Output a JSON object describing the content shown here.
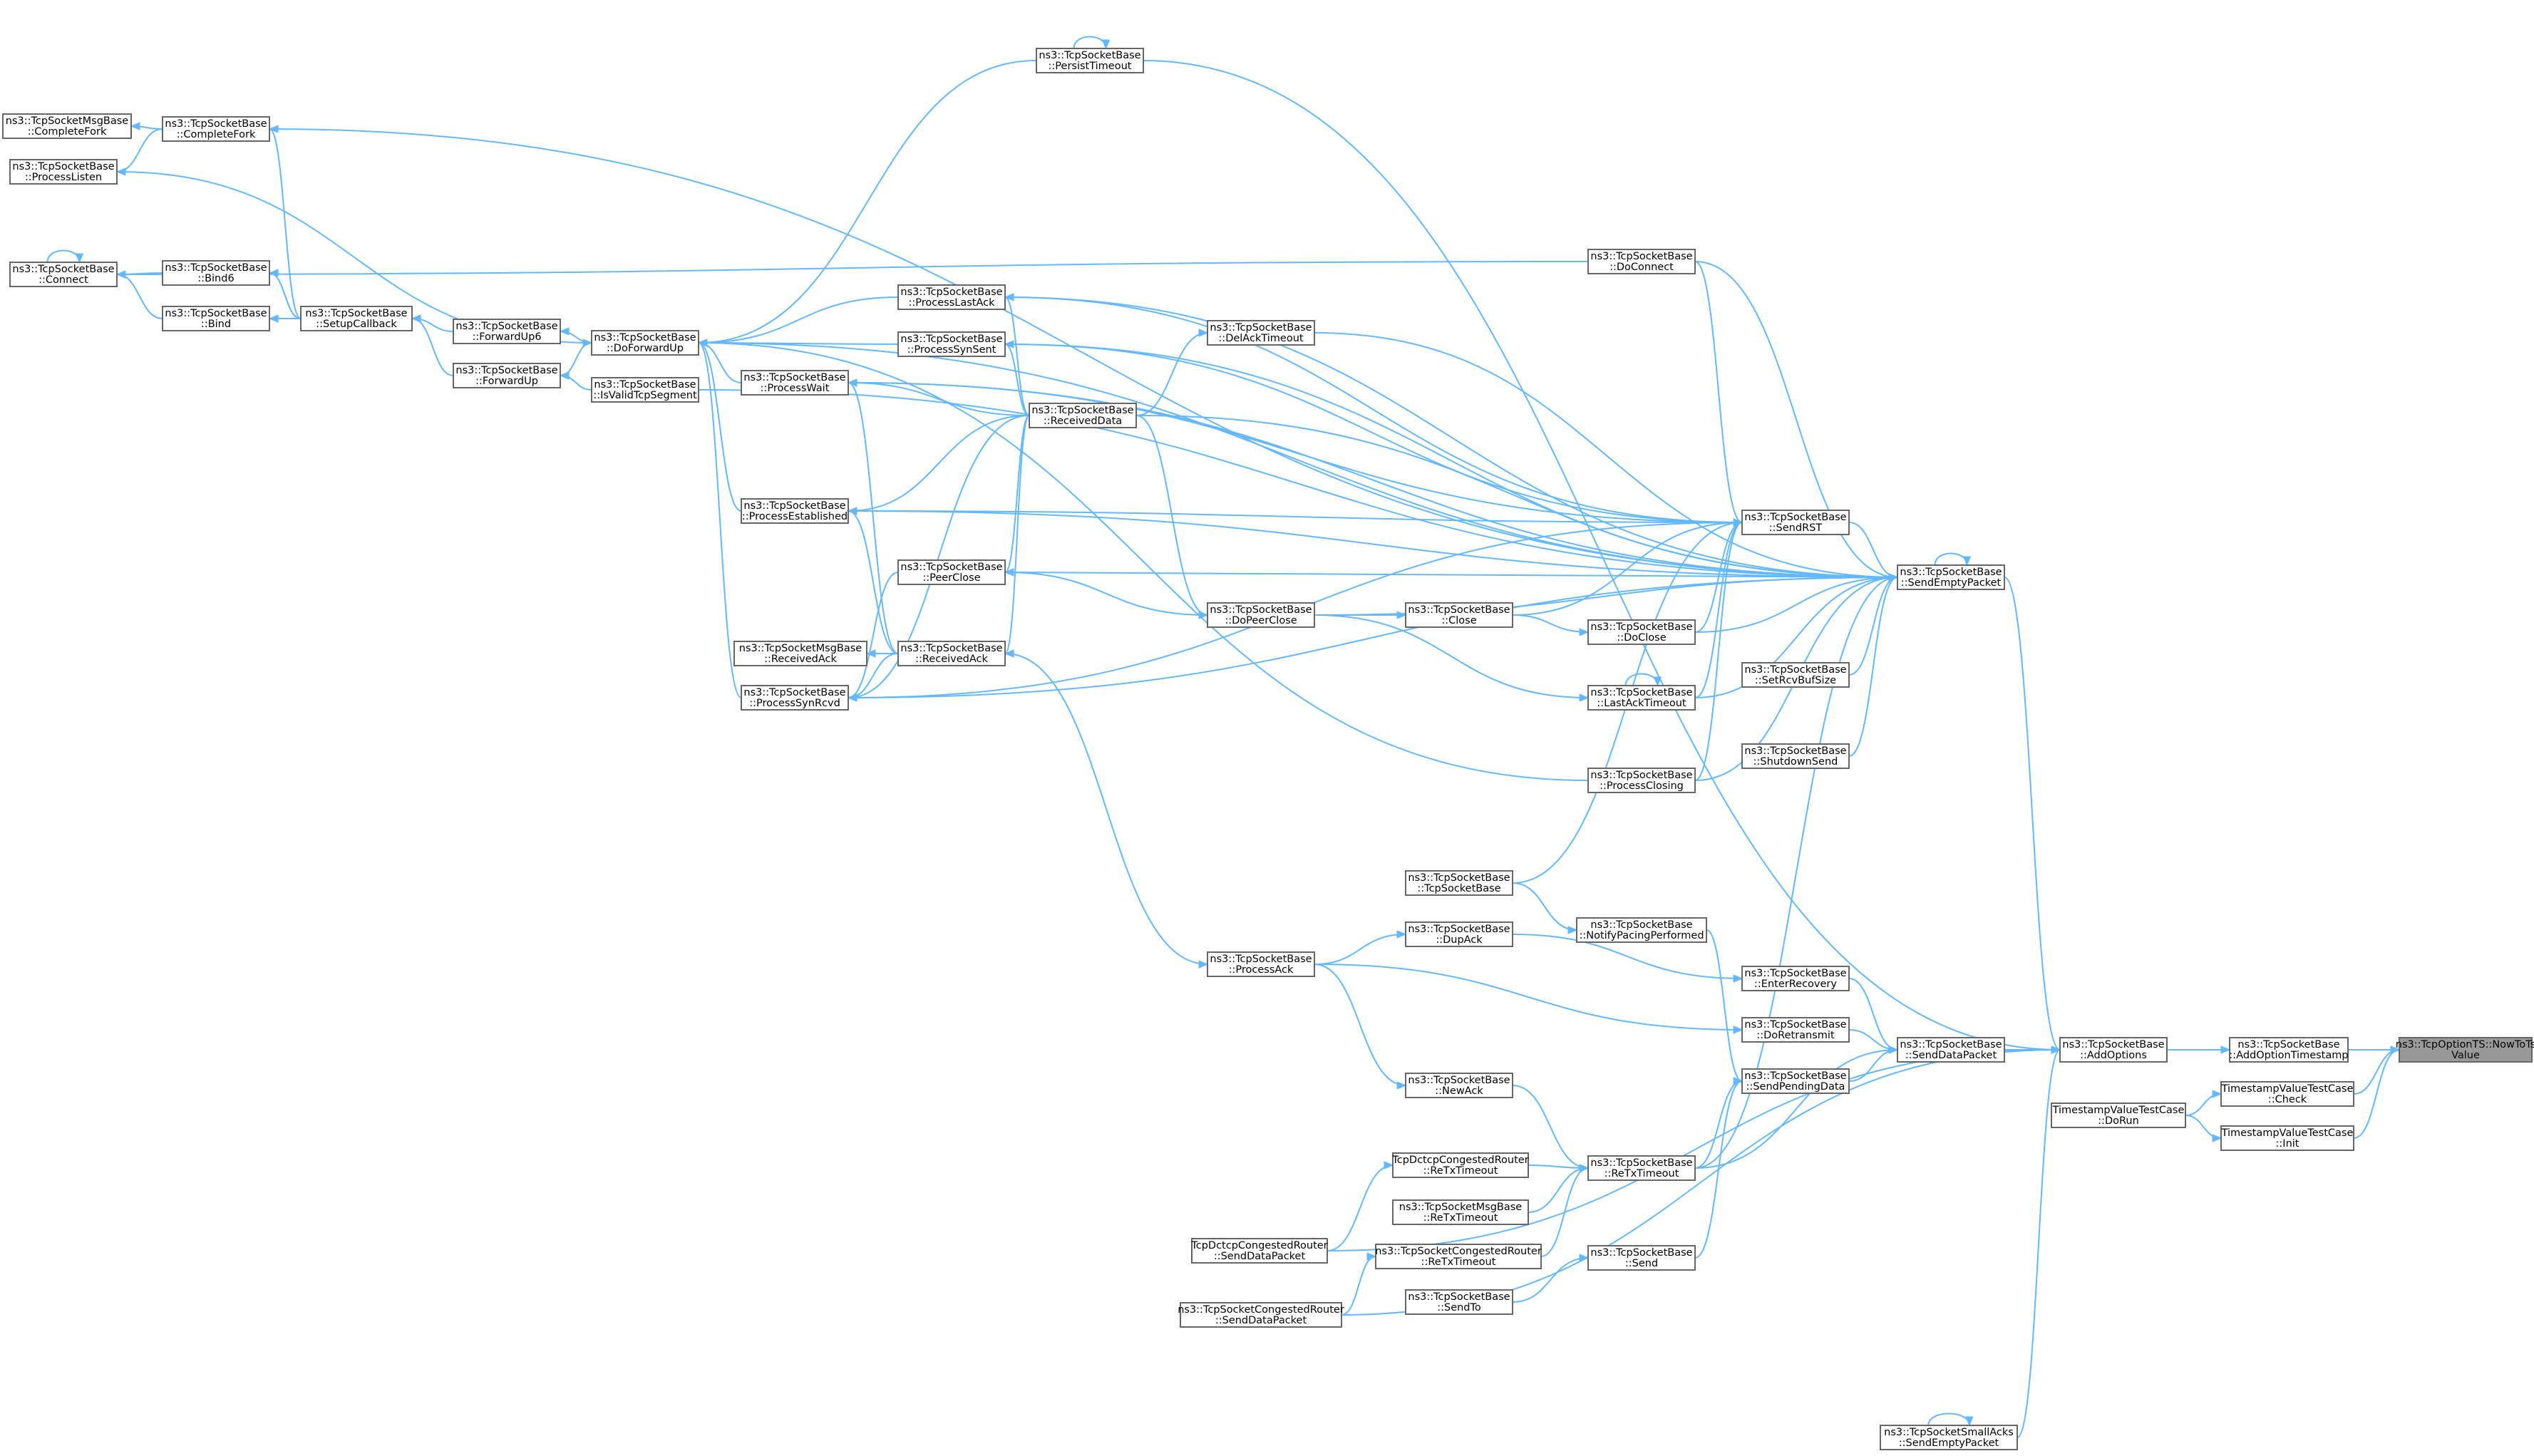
{
  "colors": {
    "edge": "#63b8ff",
    "node_border": "#666666",
    "node_fill": "#ffffff",
    "root_fill": "#999999",
    "text": "#000000",
    "background": "#ffffff"
  },
  "nodes": [
    {
      "id": "root",
      "lines": [
        "ns3::TcpOptionTS::NowToTs",
        "Value"
      ],
      "highlighted": true
    },
    {
      "id": "addOptionTimestamp",
      "lines": [
        "ns3::TcpSocketBase",
        "::AddOptionTimestamp"
      ]
    },
    {
      "id": "tvCheck",
      "lines": [
        "TimestampValueTestCase",
        "::Check"
      ]
    },
    {
      "id": "tvInit",
      "lines": [
        "TimestampValueTestCase",
        "::Init"
      ]
    },
    {
      "id": "addOptions",
      "lines": [
        "ns3::TcpSocketBase",
        "::AddOptions"
      ]
    },
    {
      "id": "tvDoRun",
      "lines": [
        "TimestampValueTestCase",
        "::DoRun"
      ]
    },
    {
      "id": "sendEmptyPacket",
      "lines": [
        "ns3::TcpSocketBase",
        "::SendEmptyPacket"
      ]
    },
    {
      "id": "sendDataPacket",
      "lines": [
        "ns3::TcpSocketBase",
        "::SendDataPacket"
      ]
    },
    {
      "id": "smallAcksSendEmpty",
      "lines": [
        "ns3::TcpSocketSmallAcks",
        "::SendEmptyPacket"
      ]
    },
    {
      "id": "persistTimeout",
      "lines": [
        "ns3::TcpSocketBase",
        "::PersistTimeout"
      ]
    },
    {
      "id": "doConnect",
      "lines": [
        "ns3::TcpSocketBase",
        "::DoConnect"
      ]
    },
    {
      "id": "sendRST",
      "lines": [
        "ns3::TcpSocketBase",
        "::SendRST"
      ]
    },
    {
      "id": "doClose",
      "lines": [
        "ns3::TcpSocketBase",
        "::DoClose"
      ]
    },
    {
      "id": "lastAckTimeout",
      "lines": [
        "ns3::TcpSocketBase",
        "::LastAckTimeout"
      ]
    },
    {
      "id": "setRcvBufSize",
      "lines": [
        "ns3::TcpSocketBase",
        "::SetRcvBufSize"
      ]
    },
    {
      "id": "shutdownSend",
      "lines": [
        "ns3::TcpSocketBase",
        "::ShutdownSend"
      ]
    },
    {
      "id": "processClosing",
      "lines": [
        "ns3::TcpSocketBase",
        "::ProcessClosing"
      ]
    },
    {
      "id": "tcpSocketBaseCtor",
      "lines": [
        "ns3::TcpSocketBase",
        "::TcpSocketBase"
      ]
    },
    {
      "id": "notifyPacing",
      "lines": [
        "ns3::TcpSocketBase",
        "::NotifyPacingPerformed"
      ]
    },
    {
      "id": "enterRecovery",
      "lines": [
        "ns3::TcpSocketBase",
        "::EnterRecovery"
      ]
    },
    {
      "id": "doRetransmit",
      "lines": [
        "ns3::TcpSocketBase",
        "::DoRetransmit"
      ]
    },
    {
      "id": "sendPendingData",
      "lines": [
        "ns3::TcpSocketBase",
        "::SendPendingData"
      ]
    },
    {
      "id": "reTxTimeout",
      "lines": [
        "ns3::TcpSocketBase",
        "::ReTxTimeout"
      ]
    },
    {
      "id": "sendFn",
      "lines": [
        "ns3::TcpSocketBase",
        "::Send"
      ]
    },
    {
      "id": "close",
      "lines": [
        "ns3::TcpSocketBase",
        "::Close"
      ]
    },
    {
      "id": "delAckTimeout",
      "lines": [
        "ns3::TcpSocketBase",
        "::DelAckTimeout"
      ]
    },
    {
      "id": "processLastAck",
      "lines": [
        "ns3::TcpSocketBase",
        "::ProcessLastAck"
      ]
    },
    {
      "id": "processSynSent",
      "lines": [
        "ns3::TcpSocketBase",
        "::ProcessSynSent"
      ]
    },
    {
      "id": "receivedData",
      "lines": [
        "ns3::TcpSocketBase",
        "::ReceivedData"
      ]
    },
    {
      "id": "peerClose",
      "lines": [
        "ns3::TcpSocketBase",
        "::PeerClose"
      ]
    },
    {
      "id": "receivedAck",
      "lines": [
        "ns3::TcpSocketBase",
        "::ReceivedAck"
      ]
    },
    {
      "id": "doPeerClose",
      "lines": [
        "ns3::TcpSocketBase",
        "::DoPeerClose"
      ]
    },
    {
      "id": "dupAck",
      "lines": [
        "ns3::TcpSocketBase",
        "::DupAck"
      ]
    },
    {
      "id": "processAck",
      "lines": [
        "ns3::TcpSocketBase",
        "::ProcessAck"
      ]
    },
    {
      "id": "newAck",
      "lines": [
        "ns3::TcpSocketBase",
        "::NewAck"
      ]
    },
    {
      "id": "dctcpReTx",
      "lines": [
        "TcpDctcpCongestedRouter",
        "::ReTxTimeout"
      ]
    },
    {
      "id": "msgBaseReTx",
      "lines": [
        "ns3::TcpSocketMsgBase",
        "::ReTxTimeout"
      ]
    },
    {
      "id": "congestedReTx",
      "lines": [
        "ns3::TcpSocketCongestedRouter",
        "::ReTxTimeout"
      ]
    },
    {
      "id": "sendTo",
      "lines": [
        "ns3::TcpSocketBase",
        "::SendTo"
      ]
    },
    {
      "id": "dctcpSendData",
      "lines": [
        "TcpDctcpCongestedRouter",
        "::SendDataPacket"
      ]
    },
    {
      "id": "congestedSendData",
      "lines": [
        "ns3::TcpSocketCongestedRouter",
        "::SendDataPacket"
      ]
    },
    {
      "id": "processWait",
      "lines": [
        "ns3::TcpSocketBase",
        "::ProcessWait"
      ]
    },
    {
      "id": "processEstablished",
      "lines": [
        "ns3::TcpSocketBase",
        "::ProcessEstablished"
      ]
    },
    {
      "id": "msgBaseReceivedAck",
      "lines": [
        "ns3::TcpSocketMsgBase",
        "::ReceivedAck"
      ]
    },
    {
      "id": "processSynRcvd",
      "lines": [
        "ns3::TcpSocketBase",
        "::ProcessSynRcvd"
      ]
    },
    {
      "id": "doForwardUp",
      "lines": [
        "ns3::TcpSocketBase",
        "::DoForwardUp"
      ]
    },
    {
      "id": "isValidTcpSegment",
      "lines": [
        "ns3::TcpSocketBase",
        "::IsValidTcpSegment"
      ]
    },
    {
      "id": "forwardUp6",
      "lines": [
        "ns3::TcpSocketBase",
        "::ForwardUp6"
      ]
    },
    {
      "id": "forwardUp",
      "lines": [
        "ns3::TcpSocketBase",
        "::ForwardUp"
      ]
    },
    {
      "id": "setupCallback",
      "lines": [
        "ns3::TcpSocketBase",
        "::SetupCallback"
      ]
    },
    {
      "id": "bind6",
      "lines": [
        "ns3::TcpSocketBase",
        "::Bind6"
      ]
    },
    {
      "id": "bind",
      "lines": [
        "ns3::TcpSocketBase",
        "::Bind"
      ]
    },
    {
      "id": "completeFork",
      "lines": [
        "ns3::TcpSocketBase",
        "::CompleteFork"
      ]
    },
    {
      "id": "msgBaseCompleteFork",
      "lines": [
        "ns3::TcpSocketMsgBase",
        "::CompleteFork"
      ]
    },
    {
      "id": "processListen",
      "lines": [
        "ns3::TcpSocketBase",
        "::ProcessListen"
      ]
    },
    {
      "id": "connect",
      "lines": [
        "ns3::TcpSocketBase",
        "::Connect"
      ]
    }
  ],
  "edges": [
    [
      "addOptionTimestamp",
      "root"
    ],
    [
      "tvCheck",
      "root"
    ],
    [
      "tvInit",
      "root"
    ],
    [
      "addOptions",
      "addOptionTimestamp"
    ],
    [
      "tvDoRun",
      "tvCheck"
    ],
    [
      "tvDoRun",
      "tvInit"
    ],
    [
      "sendEmptyPacket",
      "addOptions"
    ],
    [
      "sendDataPacket",
      "addOptions"
    ],
    [
      "smallAcksSendEmpty",
      "addOptions"
    ],
    [
      "persistTimeout",
      "addOptions"
    ],
    [
      "dctcpSendData",
      "addOptions"
    ],
    [
      "congestedSendData",
      "addOptions"
    ],
    [
      "sendEmptyPacket",
      "sendEmptyPacket"
    ],
    [
      "smallAcksSendEmpty",
      "smallAcksSendEmpty"
    ],
    [
      "persistTimeout",
      "persistTimeout"
    ],
    [
      "lastAckTimeout",
      "lastAckTimeout"
    ],
    [
      "connect",
      "connect"
    ],
    [
      "sendRST",
      "sendEmptyPacket"
    ],
    [
      "doConnect",
      "sendEmptyPacket"
    ],
    [
      "doClose",
      "sendEmptyPacket"
    ],
    [
      "lastAckTimeout",
      "sendEmptyPacket"
    ],
    [
      "setRcvBufSize",
      "sendEmptyPacket"
    ],
    [
      "shutdownSend",
      "sendEmptyPacket"
    ],
    [
      "processClosing",
      "sendEmptyPacket"
    ],
    [
      "reTxTimeout",
      "sendEmptyPacket"
    ],
    [
      "completeFork",
      "sendEmptyPacket"
    ],
    [
      "doForwardUp",
      "sendEmptyPacket"
    ],
    [
      "processLastAck",
      "sendEmptyPacket"
    ],
    [
      "processSynSent",
      "sendEmptyPacket"
    ],
    [
      "delAckTimeout",
      "sendEmptyPacket"
    ],
    [
      "receivedData",
      "sendEmptyPacket"
    ],
    [
      "processWait",
      "sendEmptyPacket"
    ],
    [
      "peerClose",
      "sendEmptyPacket"
    ],
    [
      "doPeerClose",
      "sendEmptyPacket"
    ],
    [
      "processSynRcvd",
      "sendEmptyPacket"
    ],
    [
      "processEstablished",
      "sendEmptyPacket"
    ],
    [
      "isValidTcpSegment",
      "sendEmptyPacket"
    ],
    [
      "doConnect",
      "sendRST"
    ],
    [
      "doClose",
      "sendRST"
    ],
    [
      "close",
      "sendRST"
    ],
    [
      "lastAckTimeout",
      "sendRST"
    ],
    [
      "processClosing",
      "sendRST"
    ],
    [
      "tcpSocketBaseCtor",
      "sendRST"
    ],
    [
      "processLastAck",
      "sendRST"
    ],
    [
      "processSynSent",
      "sendRST"
    ],
    [
      "processEstablished",
      "sendRST"
    ],
    [
      "processWait",
      "sendRST"
    ],
    [
      "processSynRcvd",
      "sendRST"
    ],
    [
      "enterRecovery",
      "sendDataPacket"
    ],
    [
      "doRetransmit",
      "sendDataPacket"
    ],
    [
      "sendPendingData",
      "sendDataPacket"
    ],
    [
      "reTxTimeout",
      "sendDataPacket"
    ],
    [
      "notifyPacing",
      "sendPendingData"
    ],
    [
      "reTxTimeout",
      "sendPendingData"
    ],
    [
      "sendFn",
      "sendPendingData"
    ],
    [
      "tcpSocketBaseCtor",
      "notifyPacing"
    ],
    [
      "dupAck",
      "enterRecovery"
    ],
    [
      "processAck",
      "doRetransmit"
    ],
    [
      "newAck",
      "reTxTimeout"
    ],
    [
      "dctcpReTx",
      "reTxTimeout"
    ],
    [
      "msgBaseReTx",
      "reTxTimeout"
    ],
    [
      "congestedReTx",
      "reTxTimeout"
    ],
    [
      "sendTo",
      "sendFn"
    ],
    [
      "dctcpSendData",
      "dctcpReTx"
    ],
    [
      "congestedSendData",
      "congestedReTx"
    ],
    [
      "processAck",
      "dupAck"
    ],
    [
      "processAck",
      "newAck"
    ],
    [
      "receivedAck",
      "processAck"
    ],
    [
      "doPeerClose",
      "close"
    ],
    [
      "close",
      "doClose"
    ],
    [
      "doPeerClose",
      "lastAckTimeout"
    ],
    [
      "receivedData",
      "doPeerClose"
    ],
    [
      "peerClose",
      "doPeerClose"
    ],
    [
      "receivedData",
      "delAckTimeout"
    ],
    [
      "receivedData",
      "processLastAck"
    ],
    [
      "receivedData",
      "processSynSent"
    ],
    [
      "receivedData",
      "processWait"
    ],
    [
      "receivedData",
      "processEstablished"
    ],
    [
      "receivedData",
      "peerClose"
    ],
    [
      "receivedData",
      "receivedAck"
    ],
    [
      "receivedData",
      "processSynRcvd"
    ],
    [
      "receivedAck",
      "processEstablished"
    ],
    [
      "receivedAck",
      "processWait"
    ],
    [
      "receivedAck",
      "processSynRcvd"
    ],
    [
      "receivedAck",
      "msgBaseReceivedAck"
    ],
    [
      "peerClose",
      "processSynRcvd"
    ],
    [
      "processLastAck",
      "doForwardUp"
    ],
    [
      "processSynSent",
      "doForwardUp"
    ],
    [
      "processWait",
      "doForwardUp"
    ],
    [
      "processEstablished",
      "doForwardUp"
    ],
    [
      "processSynRcvd",
      "doForwardUp"
    ],
    [
      "processClosing",
      "doForwardUp"
    ],
    [
      "processListen",
      "doForwardUp"
    ],
    [
      "persistTimeout",
      "doForwardUp"
    ],
    [
      "doForwardUp",
      "forwardUp6"
    ],
    [
      "doForwardUp",
      "forwardUp"
    ],
    [
      "isValidTcpSegment",
      "forwardUp"
    ],
    [
      "forwardUp6",
      "setupCallback"
    ],
    [
      "forwardUp",
      "setupCallback"
    ],
    [
      "setupCallback",
      "bind6"
    ],
    [
      "setupCallback",
      "bind"
    ],
    [
      "setupCallback",
      "completeFork"
    ],
    [
      "bind6",
      "connect"
    ],
    [
      "bind",
      "connect"
    ],
    [
      "completeFork",
      "msgBaseCompleteFork"
    ],
    [
      "completeFork",
      "processListen"
    ],
    [
      "doConnect",
      "connect"
    ]
  ]
}
